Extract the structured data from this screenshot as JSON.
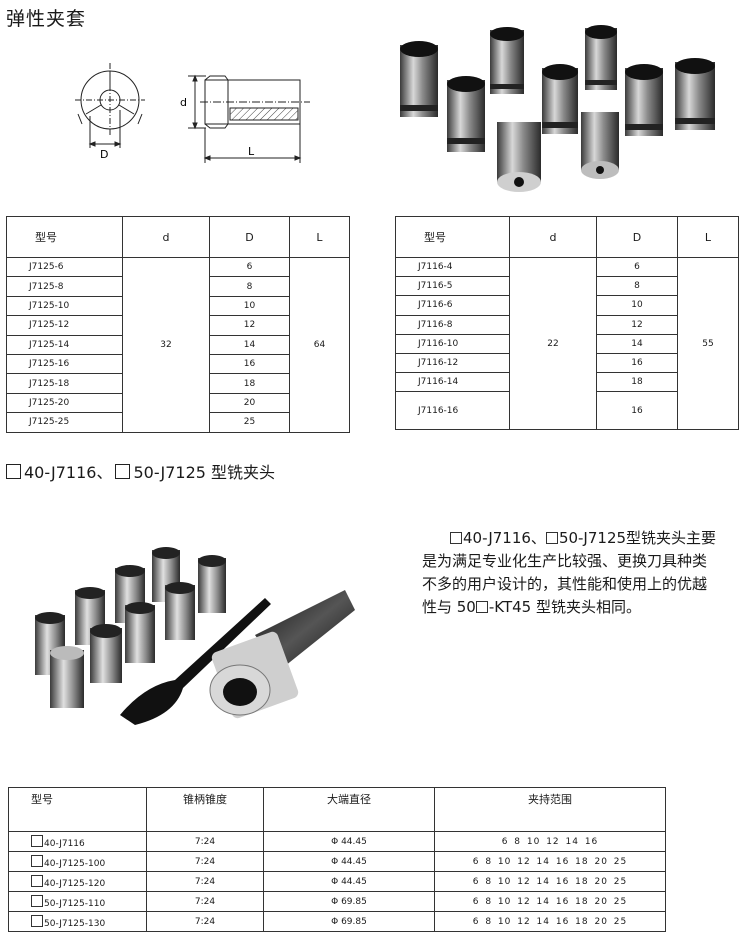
{
  "page_title": "弹性夹套",
  "drawing": {
    "label_d": "d",
    "label_D": "D",
    "label_L": "L"
  },
  "table_left": {
    "headers": [
      "型号",
      "d",
      "D",
      "L"
    ],
    "models": [
      "J7125-6",
      "J7125-8",
      "J7125-10",
      "J7125-12",
      "J7125-14",
      "J7125-16",
      "J7125-18",
      "J7125-20",
      "J7125-25"
    ],
    "d": "32",
    "D": [
      "6",
      "8",
      "10",
      "12",
      "14",
      "16",
      "18",
      "20",
      "25"
    ],
    "L": "64"
  },
  "table_right": {
    "headers": [
      "型号",
      "d",
      "D",
      "L"
    ],
    "models": [
      "J7116-4",
      "J7116-5",
      "J7116-6",
      "J7116-8",
      "J7116-10",
      "J7116-12",
      "J7116-14",
      "J7116-16"
    ],
    "d": "22",
    "D": [
      "6",
      "8",
      "10",
      "12",
      "14",
      "16",
      "18",
      "16"
    ],
    "L": "55"
  },
  "section2_title": {
    "part1": "40-J7116、",
    "part2": "50-J7125  型铣夹头"
  },
  "paragraph": {
    "line1a": "40-J7116、",
    "line1b": "50-J7125型铣夹头主要",
    "line2": "是为满足专业化生产比较强、更换刀具种类",
    "line3": "不多的用户设计的，其性能和使用上的优越",
    "line4a": "性与 50",
    "line4b": "-KT45 型铣夹头相同。"
  },
  "table_bottom": {
    "headers": [
      "型号",
      "锥柄锥度",
      "大端直径",
      "夹持范围"
    ],
    "rows": [
      {
        "model": "40-J7116",
        "taper": "7:24",
        "diameter": "Φ 44.45",
        "range": "6 8 10 12 14 16"
      },
      {
        "model": "40-J7125-100",
        "taper": "7:24",
        "diameter": "Φ 44.45",
        "range": "6 8 10 12 14 16 18 20 25"
      },
      {
        "model": "40-J7125-120",
        "taper": "7:24",
        "diameter": "Φ 44.45",
        "range": "6 8 10 12 14 16 18 20 25"
      },
      {
        "model": "50-J7125-110",
        "taper": "7:24",
        "diameter": "Φ 69.85",
        "range": "6 8 10 12 14 16 18 20 25"
      },
      {
        "model": "50-J7125-130",
        "taper": "7:24",
        "diameter": "Φ 69.85",
        "range": "6 8 10 12 14 16 18 20 25"
      }
    ]
  }
}
